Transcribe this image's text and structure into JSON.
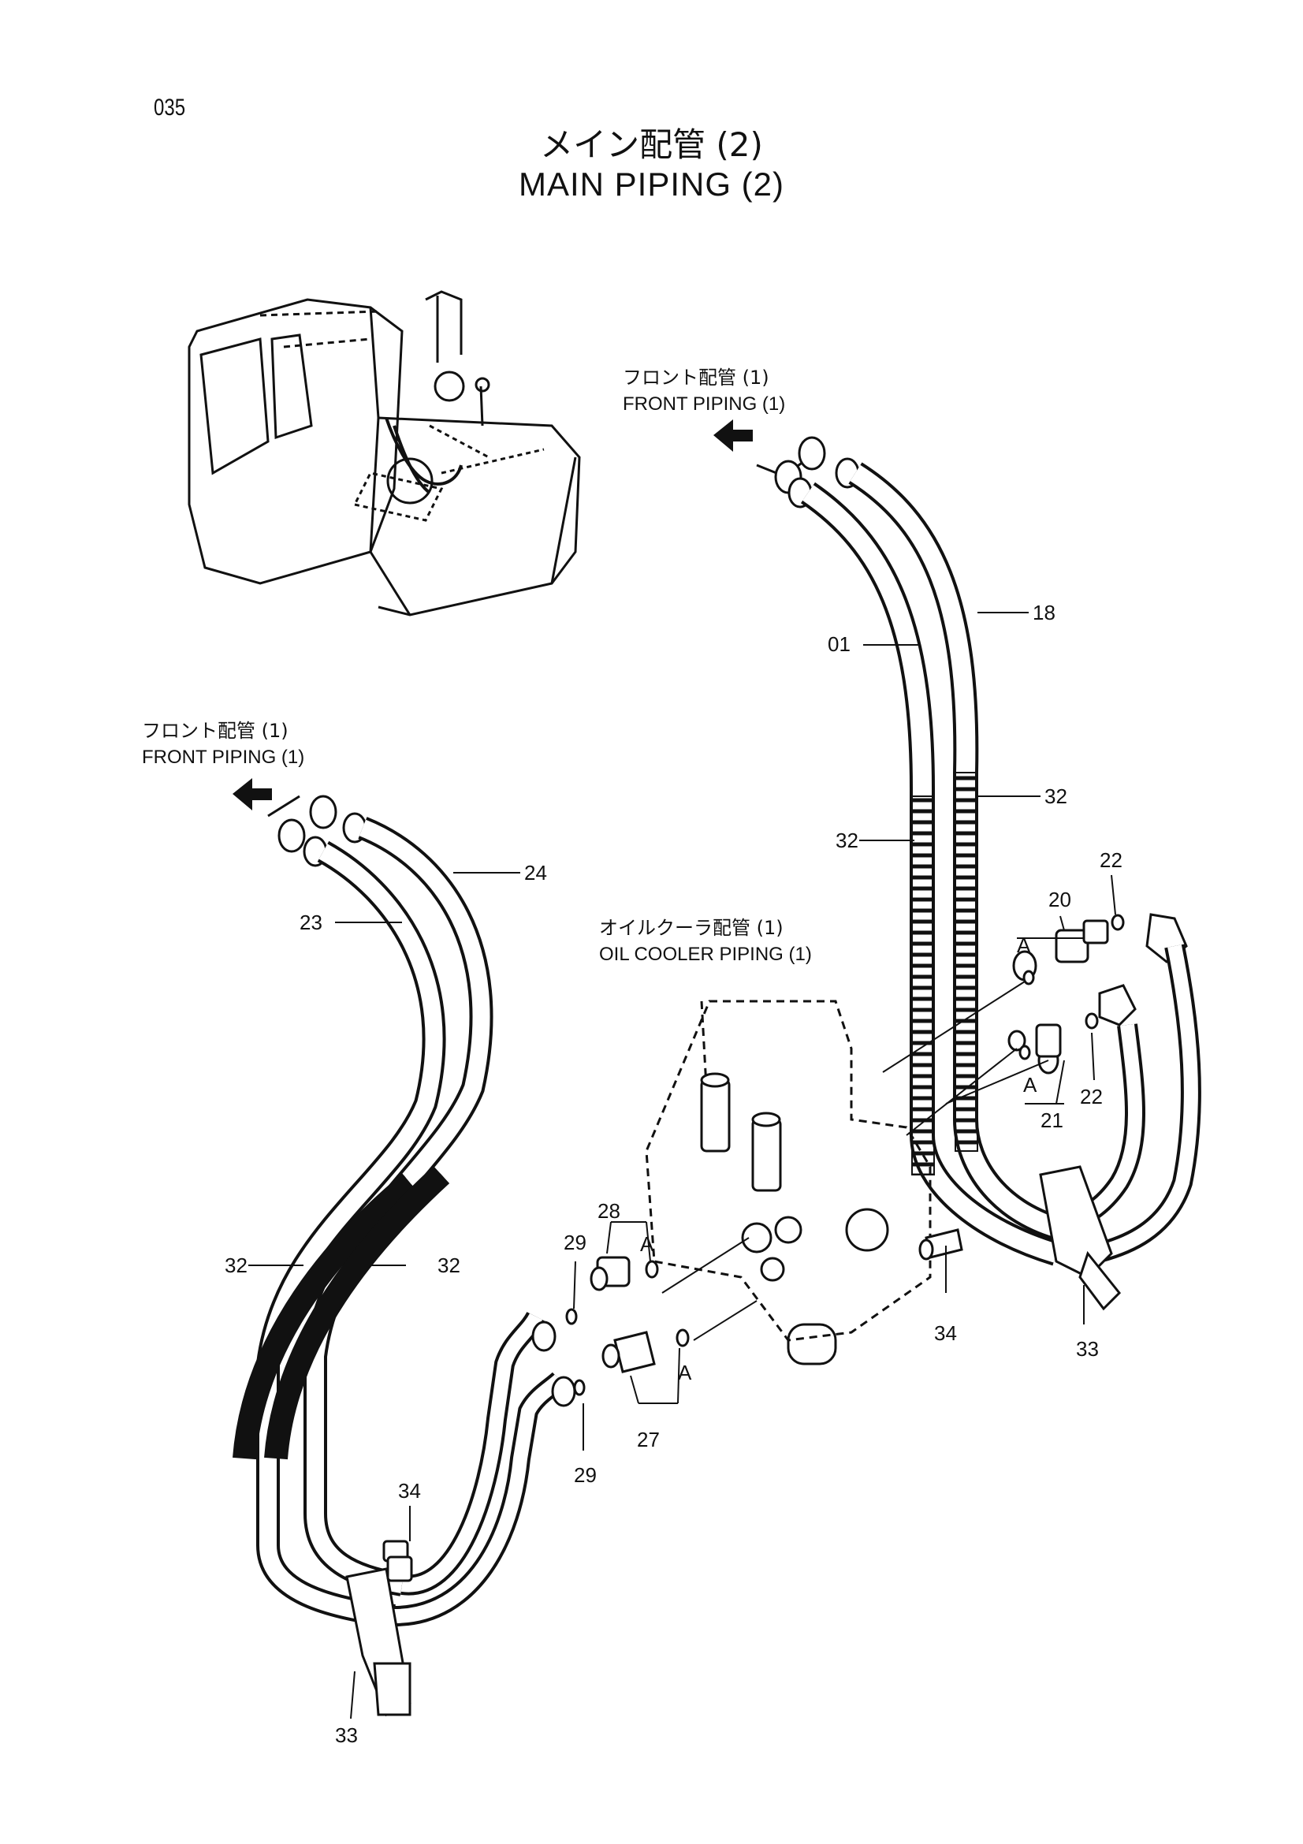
{
  "page_number": "035",
  "title": {
    "jp": "メイン配管 (2)",
    "en": "MAIN PIPING (2)"
  },
  "references": {
    "front_piping_right": {
      "jp": "フロント配管 (1)",
      "en": "FRONT PIPING (1)"
    },
    "front_piping_left": {
      "jp": "フロント配管 (1)",
      "en": "FRONT PIPING (1)"
    },
    "oil_cooler_piping": {
      "jp": "オイルクーラ配管 (1)",
      "en": "OIL COOLER PIPING (1)"
    }
  },
  "part_labels": {
    "p01": "01",
    "p18": "18",
    "p32_right_a": "32",
    "p32_right_b": "32",
    "p22_top": "22",
    "p20": "20",
    "p22_mid": "22",
    "p21": "21",
    "p24": "24",
    "p23": "23",
    "p32_left_a": "32",
    "p32_left_b": "32",
    "p28": "28",
    "p29_top": "29",
    "p29_bot": "29",
    "p27": "27",
    "p34_right": "34",
    "p33_right": "33",
    "p34_left": "34",
    "p33_left": "33",
    "a1": "A",
    "a2": "A",
    "a3": "A",
    "a4": "A"
  }
}
